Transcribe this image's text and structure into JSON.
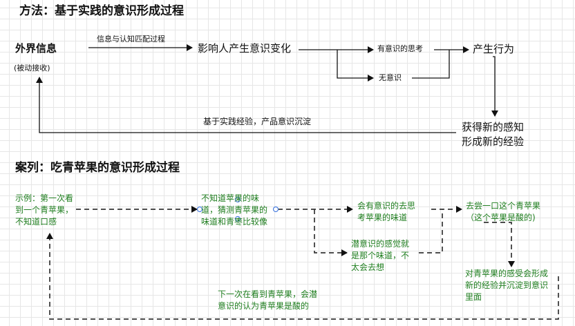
{
  "section1": {
    "title": "方法：基于实践的意识形成过程",
    "external_info": "外界信息",
    "passive_receive": "(被动接收)",
    "edge_match": "信息与认知匹配过程",
    "influence": "影响人产生意识变化",
    "conscious_think": "有意识的思考",
    "unconscious": "无意识",
    "behavior": "产生行为",
    "new_perception_l1": "获得新的感知",
    "new_perception_l2": "形成新的经验",
    "feedback": "基于实践经验，产品意识沉淀"
  },
  "section2": {
    "title": "案列：吃青苹果的意识形成过程",
    "example_l1": "示例：第一次看",
    "example_l2": "到一个青苹果，",
    "example_l3": "不知道口感",
    "guess_l1": "不知道苹果的味",
    "guess_l2": "道，猜测青苹果的",
    "guess_l3": "味道和青枣比较像",
    "conscious_l1": "会有意识的去思",
    "conscious_l2": "考苹果的味道",
    "sub_l1": "潜意识的感觉就",
    "sub_l2": "是那个味道，不",
    "sub_l3": "太会去想",
    "taste_l1": "去尝一口这个青苹果",
    "taste_l2": "（这个苹果是酸的)",
    "experience_l1": "对青苹果的感受会形成",
    "experience_l2": "新的经验并沉淀到意识",
    "experience_l3": "里面",
    "next_l1": "下一次在看到青苹果，会潜",
    "next_l2": "意识的认为青苹果是酸的"
  },
  "colors": {
    "text_green": "#1e7d1e",
    "line": "#111111",
    "dashed_line": "#333333",
    "handle": "#4a7fe0"
  }
}
